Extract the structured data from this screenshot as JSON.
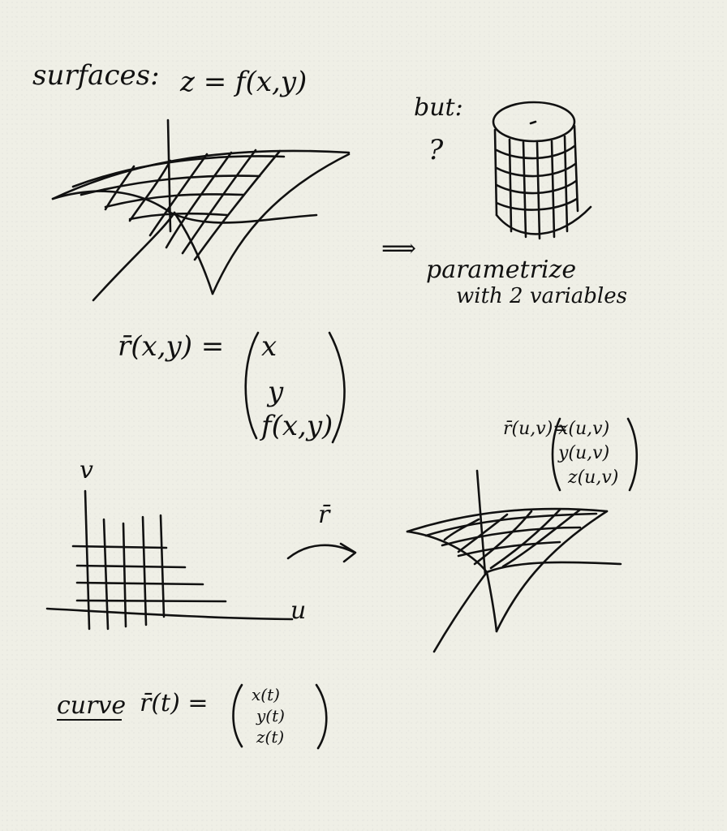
{
  "notes": {
    "surfaces_heading": "surfaces:",
    "surface_equation": "z = f(x,y)",
    "but_label": "but:",
    "question_mark": "?",
    "arrow_symbol": "⟹",
    "parametrize_line1": "parametrize",
    "parametrize_line2": "with 2 variables",
    "graph_param_lhs": "r̄(x,y) =",
    "graph_param_entries": [
      "x",
      "y",
      "f(x,y)"
    ],
    "axis_v": "v",
    "axis_u": "u",
    "map_label": "r̄",
    "general_param_lhs": "r̄(u,v)=",
    "general_param_entries": [
      "x(u,v)",
      "y(u,v)",
      "z(u,v)"
    ],
    "curve_label": "curve",
    "curve_lhs": "r̄(t) =",
    "curve_entries": [
      "x(t)",
      "y(t)",
      "z(t)"
    ]
  }
}
